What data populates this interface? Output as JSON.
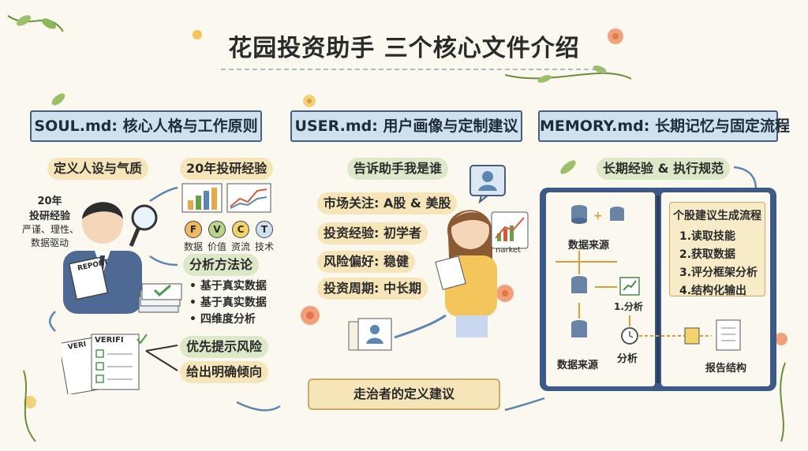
{
  "title": "花园投资助手 三个核心文件介绍",
  "colors": {
    "accent_green": "#dde8c8",
    "accent_yellow": "#f6e5b8",
    "ribbon": "#cfe0ee",
    "book_border": "#3d5a86"
  },
  "soul": {
    "ribbon": "SOUL.md: 核心人格与工作原则",
    "persona_title": "定义人设与气质",
    "persona_note": [
      "20年",
      "投研经验",
      "严谨、理性、",
      "数据驱动"
    ],
    "report_label": "REPORT",
    "exp_title": "20年投研经验",
    "letters": [
      "F",
      "V",
      "C",
      "T"
    ],
    "letter_labels": [
      "数据",
      "价值",
      "资流",
      "技术"
    ],
    "method_title": "分析方法论",
    "method_items": [
      "• 基于真实数据",
      "• 基于真实数据",
      "• 四维度分析"
    ],
    "verify_labels": [
      "VERI",
      "VERIFI"
    ],
    "risk": "优先提示风险",
    "direction": "给出明确倾向"
  },
  "user": {
    "ribbon": "USER.md: 用户画像与定制建议",
    "tell_title": "告诉助手我是谁",
    "items": [
      "市场关注: A股 & 美股",
      "投资经验: 初学者",
      "风险偏好: 稳健",
      "投资周期: 中长期"
    ],
    "market_label": "narket",
    "banner": "走治者的定义建议"
  },
  "memory": {
    "ribbon": "MEMORY.md: 长期记忆与固定流程",
    "exp_title": "长期经验 & 执行规范",
    "source_top": "数据来源",
    "source_bottom": "数据来源",
    "analysis_num": "1.分析",
    "analysis": "分析",
    "report": "报告结构",
    "flow_title": "个股建议生成流程",
    "flow_steps": [
      "1.读取技能",
      "2.获取数据",
      "3.评分框架分析",
      "4.结构化输出"
    ]
  }
}
